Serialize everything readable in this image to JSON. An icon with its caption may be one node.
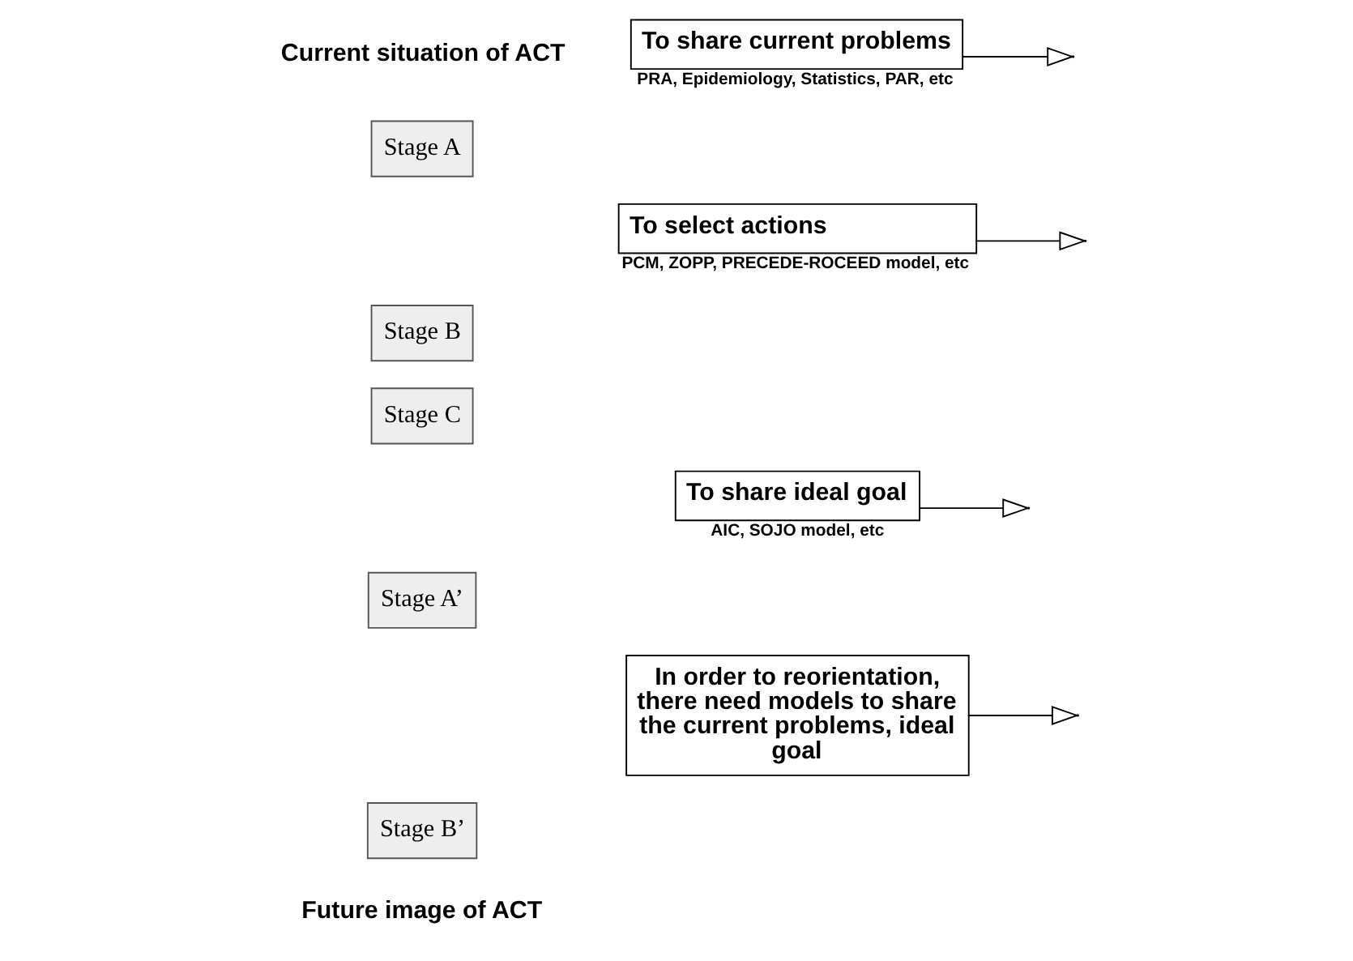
{
  "diagram": {
    "nodes": [
      {
        "text": [
          "To share current problems"
        ],
        "beside": [
          "PRA, Epidemiology, Statistics, PAR, etc"
        ]
      },
      {
        "text": [
          "Stage A"
        ]
      },
      {
        "text": [
          "To select actions"
        ],
        "beside": [
          "PCM, ZOPP, PRECEDE-ROCEED model, etc"
        ]
      },
      {
        "text": [
          "Stage B"
        ]
      },
      {
        "text": [
          "Stage C"
        ]
      },
      {
        "text": [
          "To share ideal goal"
        ],
        "beside": [
          "AIC, SOJO model, etc"
        ]
      },
      {
        "text": [
          "Stage A’"
        ]
      },
      {
        "text": [
          "In order to reorientation, there need models to share the current problems, ideal goal"
        ]
      },
      {
        "text": [
          "Stage B’"
        ]
      }
    ],
    "edges": [
      {
        "from": 0,
        "to": null,
        "arrow": "to"
      },
      {
        "from": 2,
        "to": null,
        "arrow": "to"
      },
      {
        "from": 5,
        "to": null,
        "arrow": "to"
      },
      {
        "from": 7,
        "to": null,
        "arrow": "to"
      }
    ],
    "labels": [
      "Current situation of ACT",
      "Future image of ACT"
    ]
  }
}
